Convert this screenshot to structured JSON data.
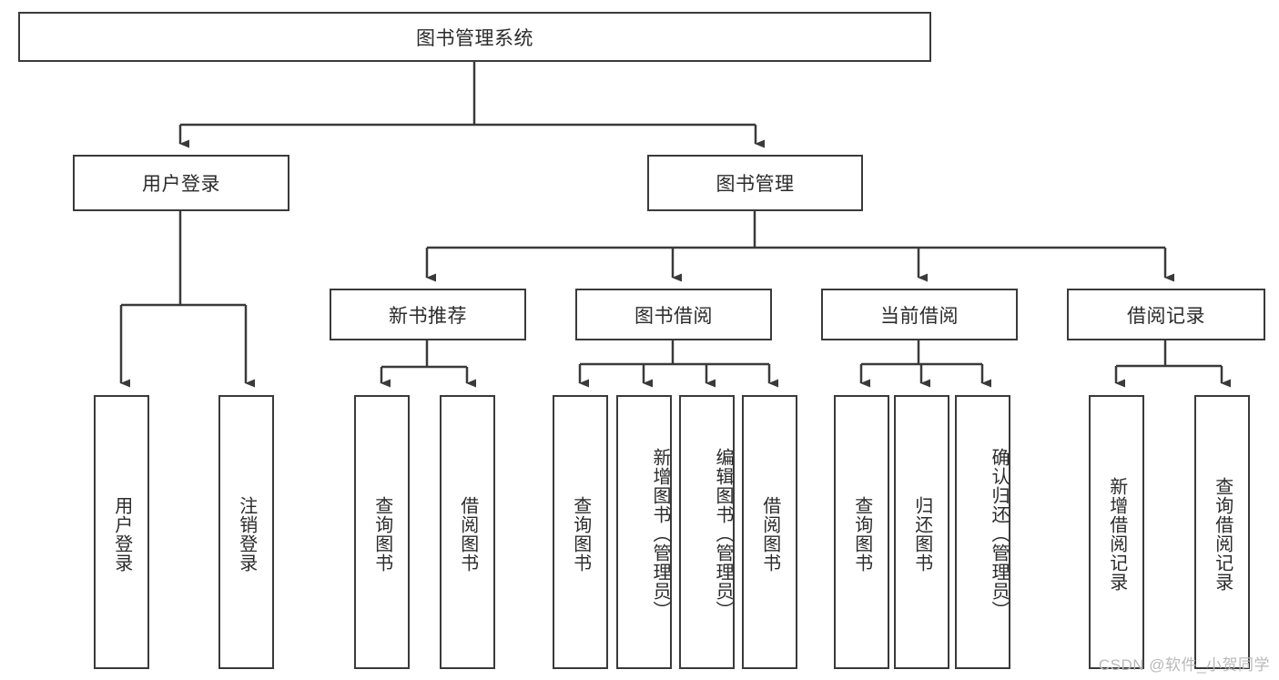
{
  "diagram": {
    "type": "tree-hierarchy",
    "title": "图书管理系统",
    "watermark": "CSDN @软件_小贺同学",
    "colors": {
      "box_border": "#3a3a3a",
      "connector": "#3a3a3a",
      "text": "#2b2b2b",
      "background": "#ffffff",
      "watermark": "#b9b9b9"
    },
    "levels": {
      "root": {
        "label": "图书管理系统"
      },
      "level2": [
        {
          "label": "用户登录"
        },
        {
          "label": "图书管理"
        }
      ],
      "level3": [
        {
          "label": "新书推荐"
        },
        {
          "label": "图书借阅"
        },
        {
          "label": "当前借阅"
        },
        {
          "label": "借阅记录"
        }
      ],
      "leaves": {
        "user_login": [
          {
            "label": "用户登录"
          },
          {
            "label": "注销登录"
          }
        ],
        "new_book_recommend": [
          {
            "label": "查询图书"
          },
          {
            "label": "借阅图书"
          }
        ],
        "book_borrow": [
          {
            "label": "查询图书"
          },
          {
            "label": "新增图书（管理员）"
          },
          {
            "label": "编辑图书（管理员）"
          },
          {
            "label": "借阅图书"
          }
        ],
        "current_borrow": [
          {
            "label": "查询图书"
          },
          {
            "label": "归还图书"
          },
          {
            "label": "确认归还（管理员）"
          }
        ],
        "borrow_record": [
          {
            "label": "新增借阅记录"
          },
          {
            "label": "查询借阅记录"
          }
        ]
      }
    }
  }
}
